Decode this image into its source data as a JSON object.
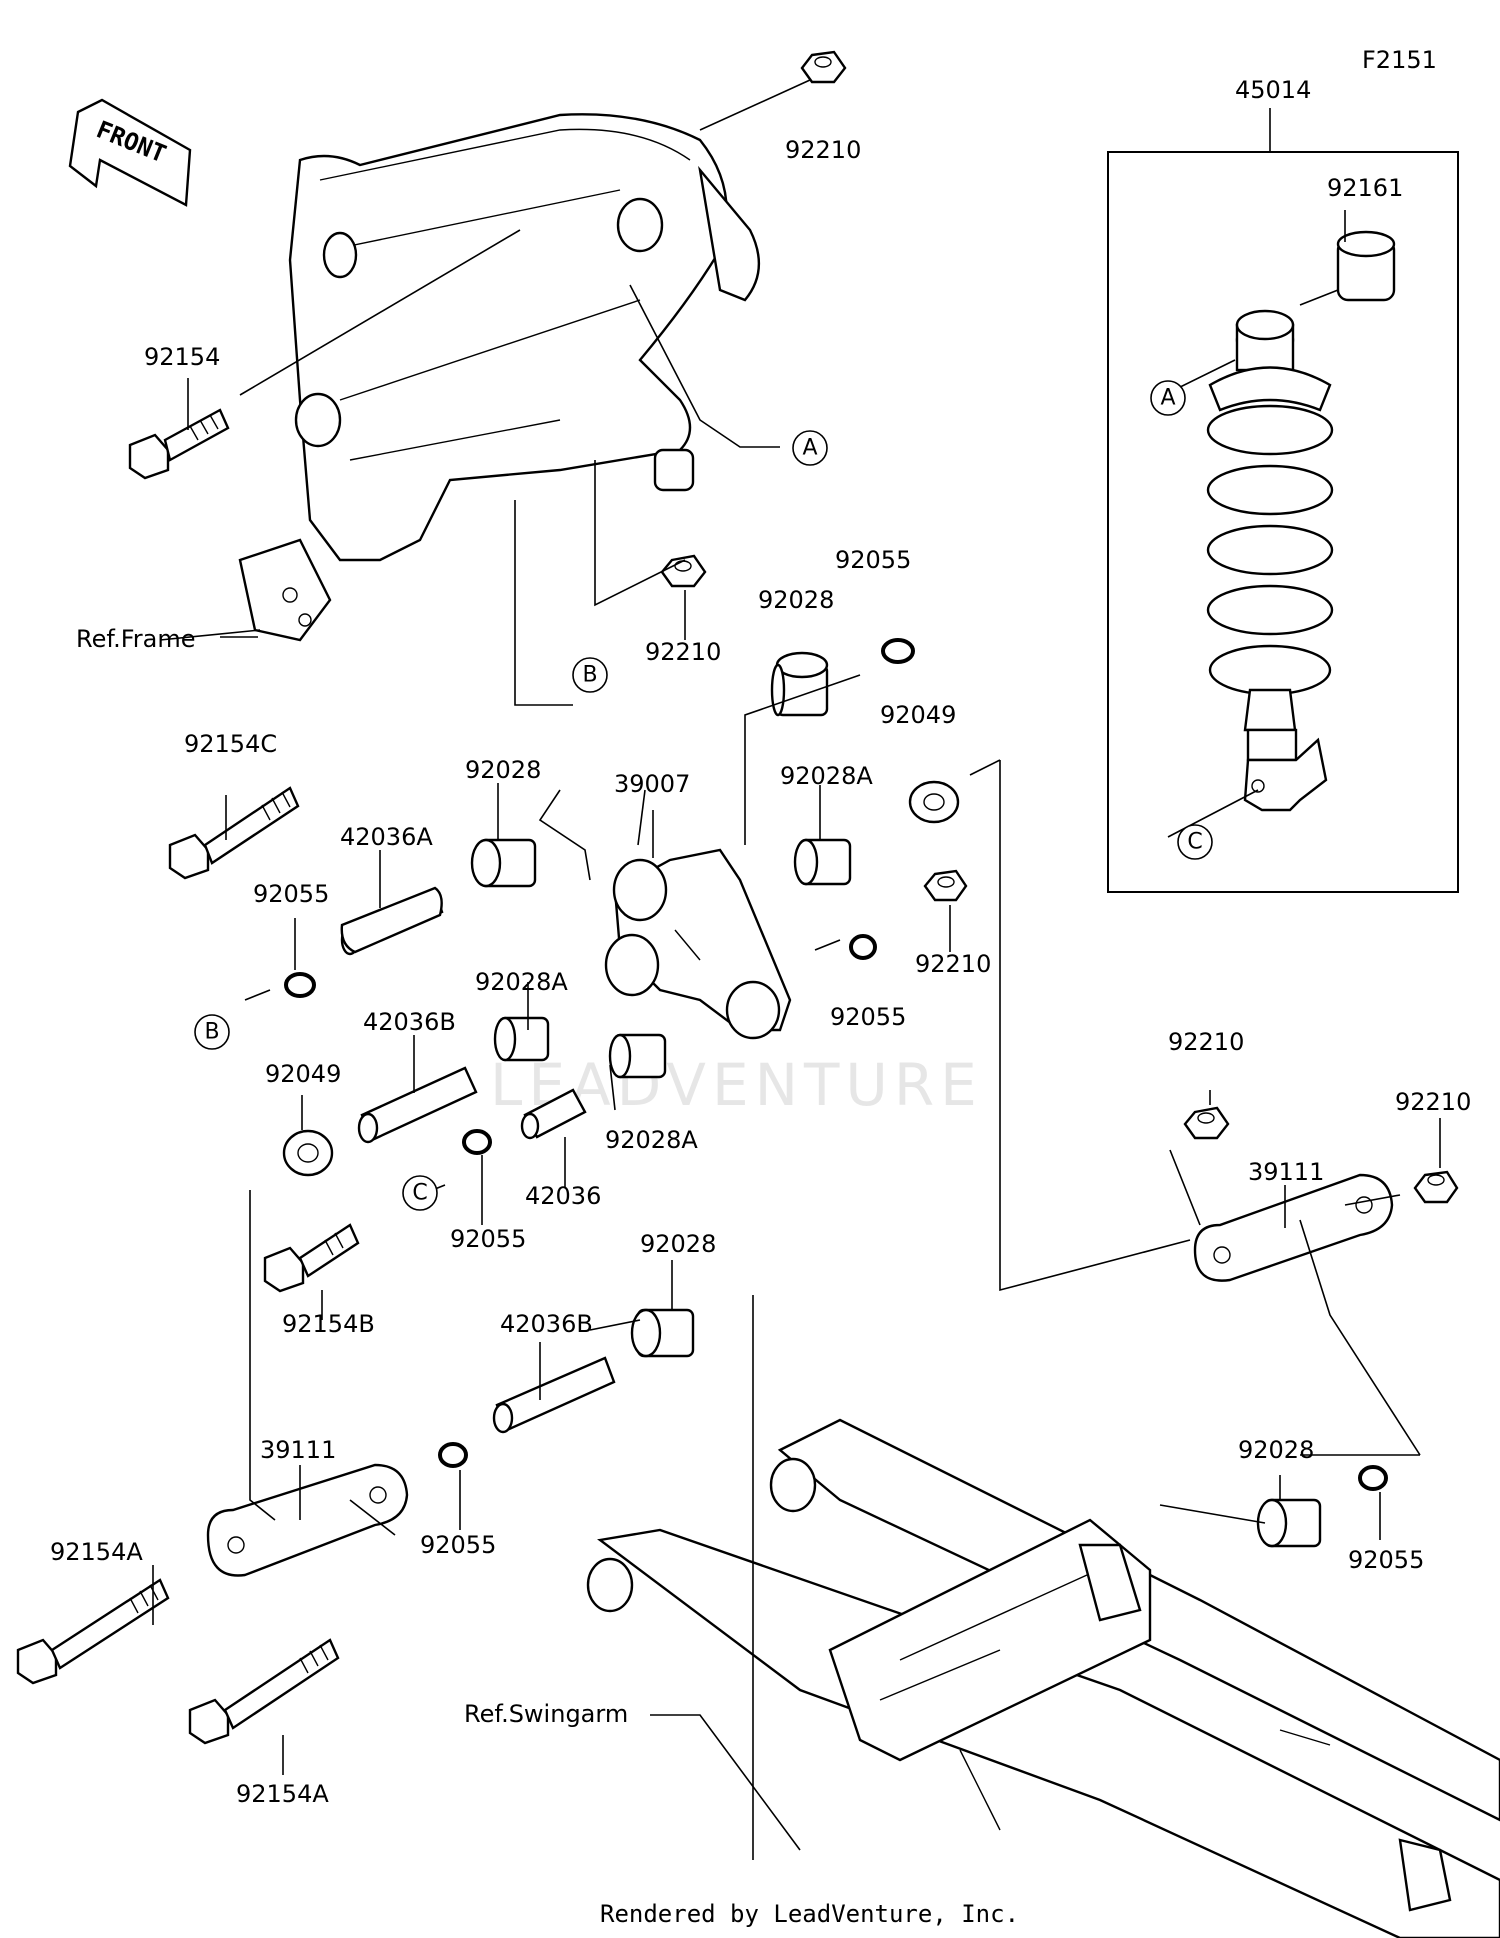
{
  "diagram_code": "F2151",
  "front_label": "FRONT",
  "watermark": "LEADVENTURE",
  "footer": "Rendered by LeadVenture, Inc.",
  "ref_labels": {
    "frame": "Ref.Frame",
    "swingarm": "Ref.Swingarm"
  },
  "ref_markers": {
    "a": "A",
    "b": "B",
    "c": "C"
  },
  "parts": {
    "p45014": "45014",
    "p92161": "92161",
    "p92210_top": "92210",
    "p92154": "92154",
    "p92210_mid": "92210",
    "p92055_1": "92055",
    "p92028_1": "92028",
    "p92049_1": "92049",
    "p92154C": "92154C",
    "p92028_2": "92028",
    "p39007": "39007",
    "p92028A_1": "92028A",
    "p42036A": "42036A",
    "p92055_2": "92055",
    "p92210_3": "92210",
    "p92028A_2": "92028A",
    "p92055_3": "92055",
    "p42036B_1": "42036B",
    "p92049_2": "92049",
    "p92028A_3": "92028A",
    "p42036": "42036",
    "p92055_4": "92055",
    "p92154B": "92154B",
    "p92210_4": "92210",
    "p92210_5": "92210",
    "p39111_1": "39111",
    "p92028_3": "92028",
    "p42036B_2": "42036B",
    "p39111_2": "39111",
    "p92055_5": "92055",
    "p92154A_1": "92154A",
    "p92154A_2": "92154A",
    "p92028_4": "92028",
    "p92055_6": "92055"
  }
}
